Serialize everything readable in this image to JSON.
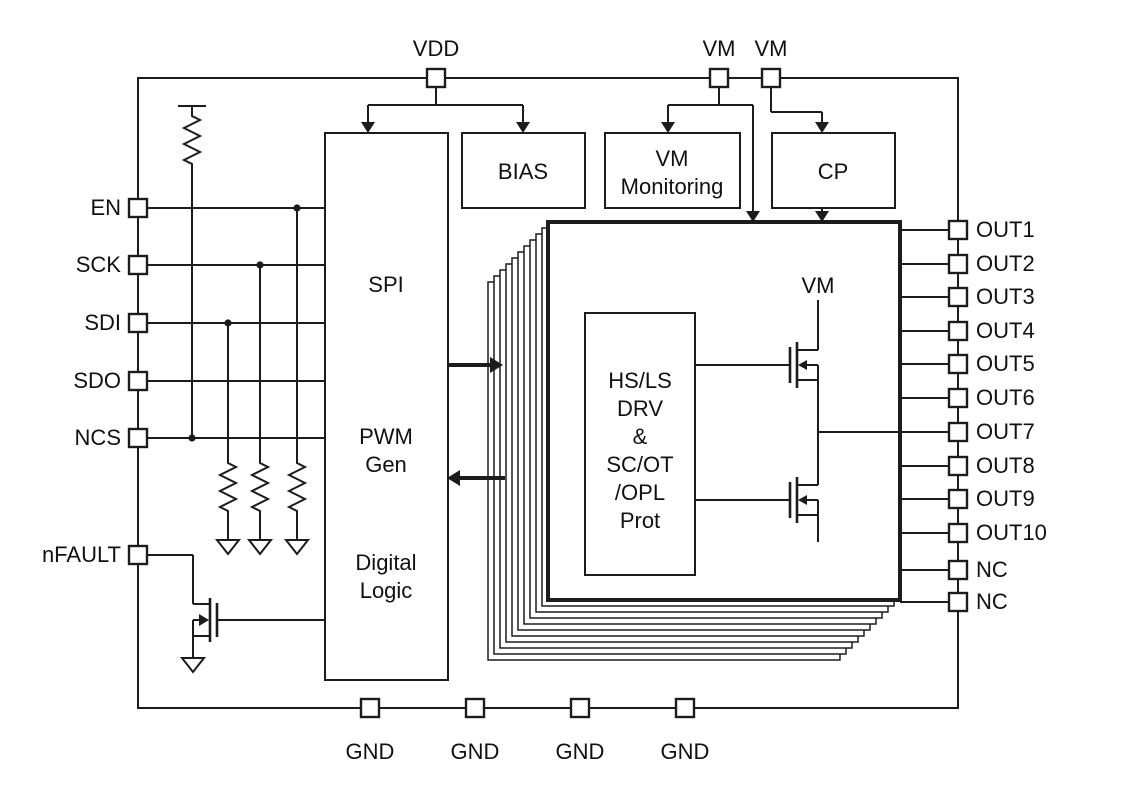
{
  "chip": {
    "top_pins": [
      "VDD",
      "VM",
      "VM"
    ],
    "left_pins": [
      "EN",
      "SCK",
      "SDI",
      "SDO",
      "NCS",
      "nFAULT"
    ],
    "right_pins": [
      "OUT1",
      "OUT2",
      "OUT3",
      "OUT4",
      "OUT5",
      "OUT6",
      "OUT7",
      "OUT8",
      "OUT9",
      "OUT10",
      "NC",
      "NC"
    ],
    "bottom_pins": [
      "GND",
      "GND",
      "GND",
      "GND"
    ],
    "blocks": {
      "spi": "SPI",
      "pwm_gen": [
        "PWM",
        "Gen"
      ],
      "digital_logic": [
        "Digital",
        "Logic"
      ],
      "bias": "BIAS",
      "vm_monitoring": [
        "VM",
        "Monitoring"
      ],
      "cp": "CP",
      "hs_ls_drv": [
        "HS/LS",
        "DRV",
        "&",
        "SC/OT",
        "/OPL",
        "Prot"
      ],
      "bridge_vm": "VM"
    },
    "colors": {
      "line": "#1c1c1c",
      "background": "#ffffff"
    }
  }
}
